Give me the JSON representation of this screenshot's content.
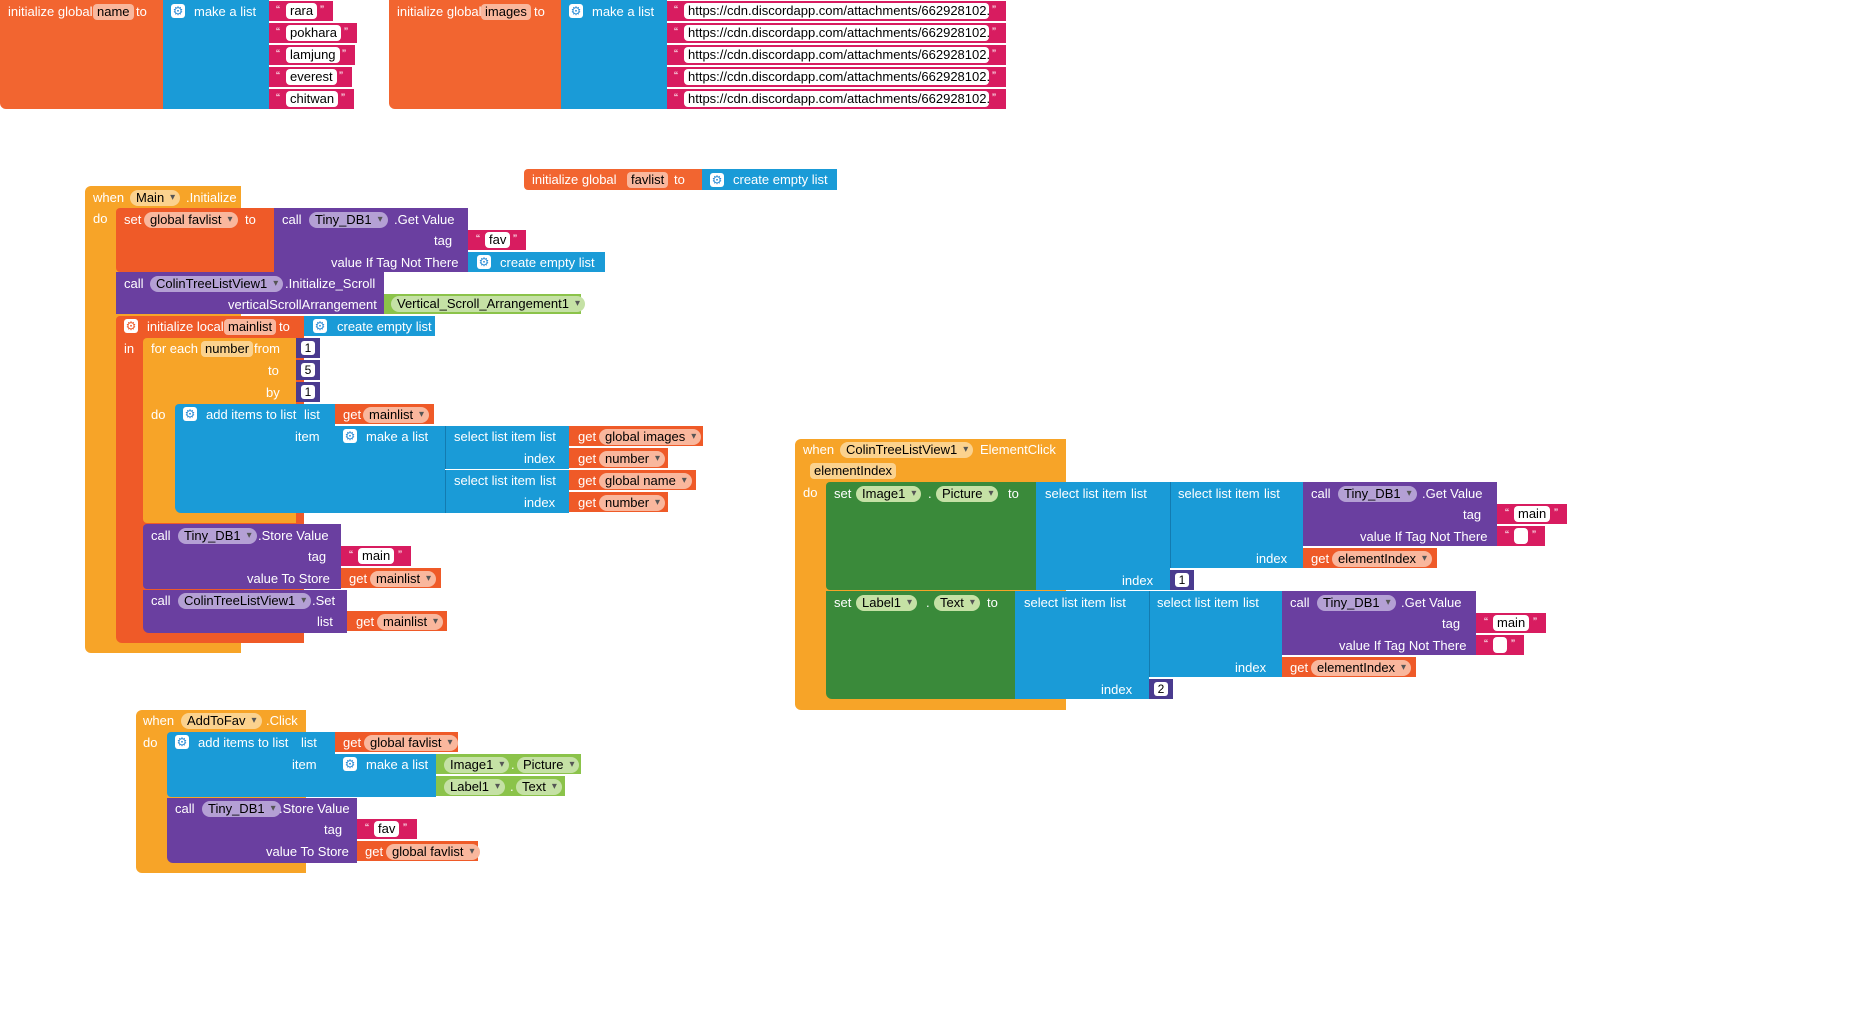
{
  "kw": {
    "init_global": "initialize global",
    "init_local": "initialize local",
    "to": "to",
    "make_list": "make a list",
    "create_empty": "create empty list",
    "when": "when",
    "do": "do",
    "in": "in",
    "set": "set",
    "call": "call",
    "get": "get",
    "for_each": "for each",
    "from": "from",
    "by": "by",
    "add_items": "add items to list",
    "list": "list",
    "item": "item",
    "select_item": "select list item",
    "index": "index",
    "get_value": ".Get Value",
    "store_value": ".Store Value",
    "tag": "tag",
    "value_if_not": "value If Tag Not There",
    "value_to_store": "value To Store",
    "initialize_scroll": ".Initialize_Scroll",
    "vert_scroll": "verticalScrollArrangement",
    "set_method": ".Set",
    "initialize_event": ".Initialize",
    "click_event": ".Click",
    "elementclick_event": "ElementClick",
    "dot": "."
  },
  "vars": {
    "name": "name",
    "images": "images",
    "favlist": "favlist",
    "mainlist": "mainlist",
    "number": "number",
    "global_favlist": "global favlist",
    "global_images": "global images",
    "global_name": "global name",
    "element_index": "elementIndex"
  },
  "components": {
    "main": "Main",
    "tinydb": "Tiny_DB1",
    "colin": "ColinTreeListView1",
    "vsa": "Vertical_Scroll_Arrangement1",
    "addtofav": "AddToFav",
    "image1": "Image1",
    "label1": "Label1",
    "picture": "Picture",
    "text": "Text"
  },
  "names_list": [
    "rara",
    "pokhara",
    "lamjung",
    "everest",
    "chitwan"
  ],
  "image_urls": [
    "https://cdn.discordapp.com/attachments/662928102...",
    "https://cdn.discordapp.com/attachments/662928102...",
    "https://cdn.discordapp.com/attachments/662928102...",
    "https://cdn.discordapp.com/attachments/662928102...",
    "https://cdn.discordapp.com/attachments/662928102..."
  ],
  "strings": {
    "fav": "fav",
    "main": "main"
  },
  "numbers": {
    "from": "1",
    "to": "5",
    "by": "1",
    "idx1": "1",
    "idx2": "2"
  },
  "colors": {
    "variables": "#f26530",
    "lists": "#1a9bd7",
    "text": "#d81c60",
    "procedures": "#6a3fa0",
    "control": "#f7a428",
    "components": "#3a8a3a",
    "math": "#4a3b8f"
  }
}
